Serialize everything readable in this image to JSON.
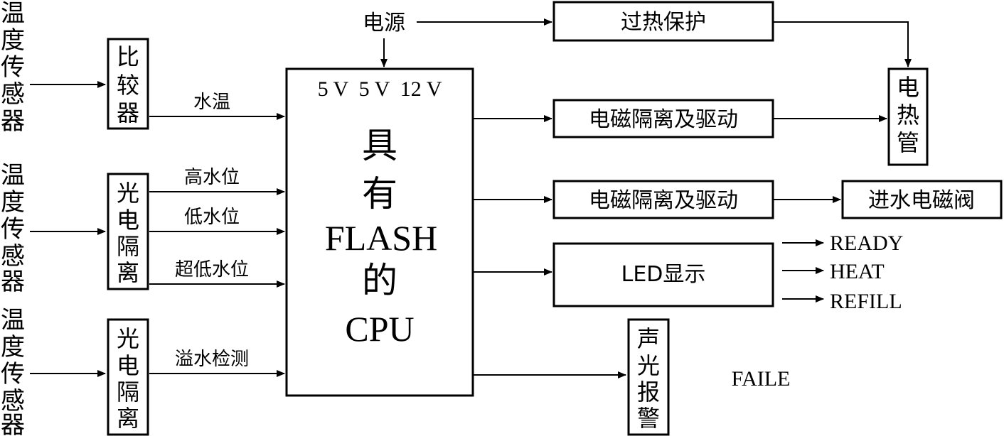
{
  "sensors": [
    [
      "温",
      "度",
      "传",
      "感",
      "器"
    ],
    [
      "温",
      "度",
      "传",
      "感",
      "器"
    ],
    [
      "温",
      "度",
      "传",
      "感",
      "器"
    ]
  ],
  "comparator": [
    "比",
    "较",
    "器"
  ],
  "opto_isolator": [
    "光",
    "电",
    "隔",
    "离"
  ],
  "signals": {
    "water_temp": "水温",
    "high_level": "高水位",
    "low_level": "低水位",
    "ultra_low_level": "超低水位",
    "overflow": "溢水检测"
  },
  "power": "电源",
  "cpu": {
    "voltages": "5 V  5 V  12 V",
    "line1": "具",
    "line2": "有",
    "line3": "FLASH",
    "line4": "的",
    "line5": "CPU"
  },
  "overheat_protection": "过热保护",
  "em_isolation_driver": "电磁隔离及驱动",
  "heater": [
    "电",
    "热",
    "管"
  ],
  "inlet_valve": "进水电磁阀",
  "led_display": "LED显示",
  "led_outputs": [
    "READY",
    "HEAT",
    "REFILL"
  ],
  "alarm": [
    "声",
    "光",
    "报",
    "警"
  ],
  "faile": "FAILE"
}
